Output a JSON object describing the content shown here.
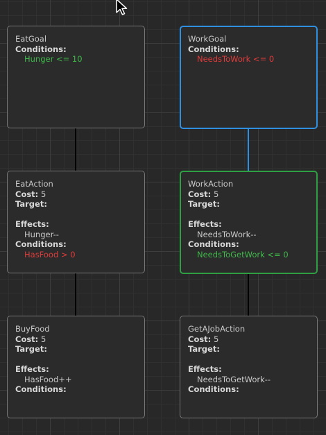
{
  "nodes": {
    "eat_goal": {
      "title": "EatGoal",
      "conditions_label": "Conditions:",
      "condition": "Hunger <= 10"
    },
    "work_goal": {
      "title": "WorkGoal",
      "conditions_label": "Conditions:",
      "condition": "NeedsToWork <= 0"
    },
    "eat_action": {
      "title": "EatAction",
      "cost_label": "Cost:",
      "cost_value": "5",
      "target_label": "Target:",
      "effects_label": "Effects:",
      "effect": "Hunger--",
      "conditions_label": "Conditions:",
      "condition": "HasFood > 0"
    },
    "work_action": {
      "title": "WorkAction",
      "cost_label": "Cost:",
      "cost_value": "5",
      "target_label": "Target:",
      "effects_label": "Effects:",
      "effect": "NeedsToWork--",
      "conditions_label": "Conditions:",
      "condition": "NeedsToGetWork <= 0"
    },
    "buy_food": {
      "title": "BuyFood",
      "cost_label": "Cost:",
      "cost_value": "5",
      "target_label": "Target:",
      "effects_label": "Effects:",
      "effect": "HasFood++",
      "conditions_label": "Conditions:"
    },
    "get_a_job_action": {
      "title": "GetAJobAction",
      "cost_label": "Cost:",
      "cost_value": "5",
      "target_label": "Target:",
      "effects_label": "Effects:",
      "effect": "NeedsToGetWork--",
      "conditions_label": "Conditions:"
    }
  },
  "colors": {
    "met_condition": "#3fb84a",
    "unmet_condition": "#e23b3b",
    "selected_blue": "#2f8fe0",
    "selected_green": "#2ea043",
    "edge_default": "#000000",
    "edge_active": "#2f8fe0"
  }
}
